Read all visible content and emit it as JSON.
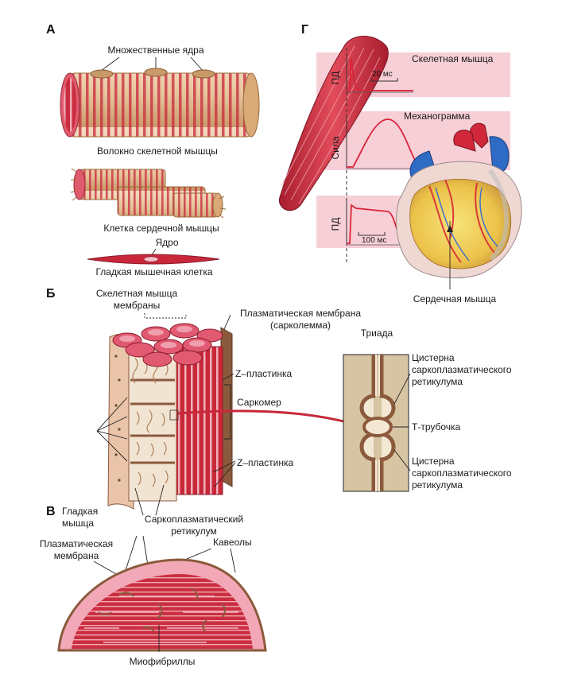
{
  "colors": {
    "muscle_red": "#c8283a",
    "muscle_pink": "#e8a0a8",
    "fiber_tan": "#e9c9a0",
    "fiber_gold": "#d8a24a",
    "chart_band": "#f5c6d0",
    "trace_red": "#d8243a",
    "membrane_brown": "#8b5a3c",
    "heart_yellow": "#f1d64a"
  },
  "panels": {
    "a": {
      "letter": "А",
      "nuclei_label": "Множественные ядра",
      "skeletal_fiber": "Волокно скелетной мышцы",
      "cardiac_cell": "Клетка сердечной мышцы",
      "nucleus": "Ядро",
      "smooth_cell": "Гладкая мышечная клетка"
    },
    "b": {
      "letter": "Б",
      "membranes_l1": "Скелетная мышца",
      "membranes_l2": "мембраны",
      "plasma_l1": "Плазматическая мембрана",
      "plasma_l2": "(сарколемма)",
      "z_top": "Z–пластинка",
      "sarcomere": "Саркомер",
      "z_bottom": "Z–пластинка",
      "sr_l1": "Саркоплазматический",
      "sr_l2": "ретикулум",
      "triad": "Триада",
      "cistern_top_l1": "Цистерна",
      "cistern_top_l2": "саркоплазматического",
      "cistern_top_l3": "ретикулума",
      "t_tubule": "Т-трубочка",
      "cistern_bot_l1": "Цистерна",
      "cistern_bot_l2": "саркоплазматического",
      "cistern_bot_l3": "ретикулума"
    },
    "v": {
      "letter": "В",
      "smooth_l1": "Гладкая",
      "smooth_l2": "мышца",
      "plasma_l1": "Плазматическая",
      "plasma_l2": "мембрана",
      "caveolae": "Кавеолы",
      "myofibrils": "Миофибриллы"
    },
    "g": {
      "letter": "Г",
      "ap_top": "ПД",
      "skeletal": "Скелетная мышца",
      "scale_20": "20 мс",
      "mechanogram": "Механограмма",
      "force": "Сила",
      "ap_bottom": "ПД",
      "scale_100": "100 мс",
      "cardiac": "Сердечная мышца"
    }
  }
}
